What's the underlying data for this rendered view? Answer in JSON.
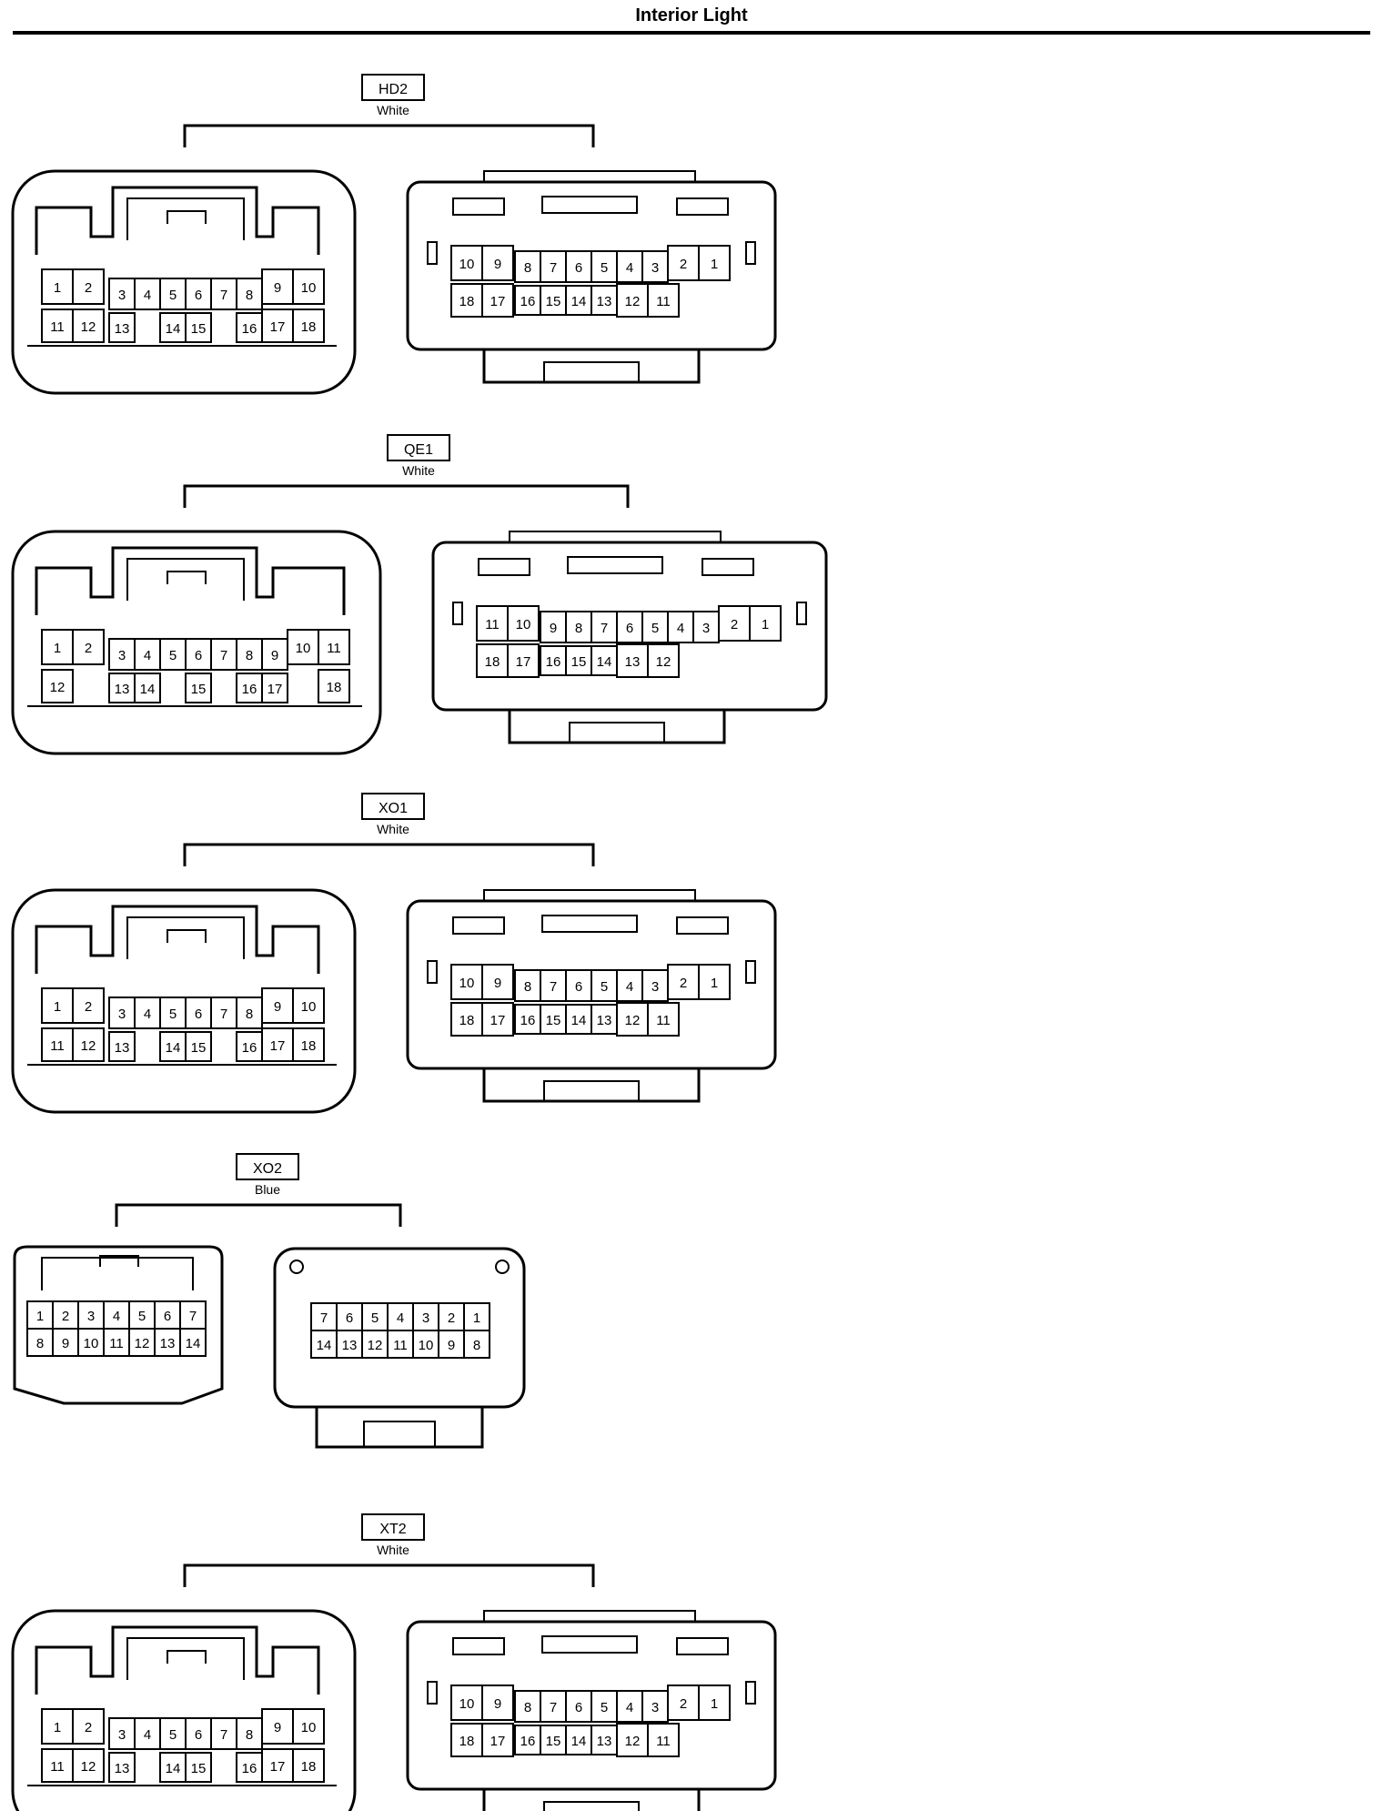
{
  "title": "Interior Light",
  "connectors": [
    {
      "code": "HD2",
      "color": "White",
      "male": {
        "top": [
          "1",
          "2",
          "3",
          "4",
          "5",
          "6",
          "7",
          "8",
          "9",
          "10"
        ],
        "bottom": [
          "11",
          "12",
          "13",
          "14",
          "15",
          "16",
          "17",
          "18"
        ]
      },
      "female": {
        "top": [
          "10",
          "9",
          "8",
          "7",
          "6",
          "5",
          "4",
          "3",
          "2",
          "1"
        ],
        "bottom": [
          "18",
          "17",
          "16",
          "15",
          "14",
          "13",
          "12",
          "11"
        ]
      }
    },
    {
      "code": "QE1",
      "color": "White",
      "male": {
        "top": [
          "1",
          "2",
          "3",
          "4",
          "5",
          "6",
          "7",
          "8",
          "9",
          "10",
          "11"
        ],
        "bottom": [
          "12",
          "13",
          "14",
          "15",
          "16",
          "17",
          "18"
        ]
      },
      "female": {
        "top": [
          "11",
          "10",
          "9",
          "8",
          "7",
          "6",
          "5",
          "4",
          "3",
          "2",
          "1"
        ],
        "bottom": [
          "18",
          "17",
          "16",
          "15",
          "14",
          "13",
          "12"
        ]
      }
    },
    {
      "code": "XO1",
      "color": "White",
      "male": {
        "top": [
          "1",
          "2",
          "3",
          "4",
          "5",
          "6",
          "7",
          "8",
          "9",
          "10"
        ],
        "bottom": [
          "11",
          "12",
          "13",
          "14",
          "15",
          "16",
          "17",
          "18"
        ]
      },
      "female": {
        "top": [
          "10",
          "9",
          "8",
          "7",
          "6",
          "5",
          "4",
          "3",
          "2",
          "1"
        ],
        "bottom": [
          "18",
          "17",
          "16",
          "15",
          "14",
          "13",
          "12",
          "11"
        ]
      }
    },
    {
      "code": "XO2",
      "color": "Blue",
      "male": {
        "top": [
          "1",
          "2",
          "3",
          "4",
          "5",
          "6",
          "7"
        ],
        "bottom": [
          "8",
          "9",
          "10",
          "11",
          "12",
          "13",
          "14"
        ]
      },
      "female": {
        "top": [
          "7",
          "6",
          "5",
          "4",
          "3",
          "2",
          "1"
        ],
        "bottom": [
          "14",
          "13",
          "12",
          "11",
          "10",
          "9",
          "8"
        ]
      }
    },
    {
      "code": "XT2",
      "color": "White",
      "male": {
        "top": [
          "1",
          "2",
          "3",
          "4",
          "5",
          "6",
          "7",
          "8",
          "9",
          "10"
        ],
        "bottom": [
          "11",
          "12",
          "13",
          "14",
          "15",
          "16",
          "17",
          "18"
        ]
      },
      "female": {
        "top": [
          "10",
          "9",
          "8",
          "7",
          "6",
          "5",
          "4",
          "3",
          "2",
          "1"
        ],
        "bottom": [
          "18",
          "17",
          "16",
          "15",
          "14",
          "13",
          "12",
          "11"
        ]
      }
    }
  ]
}
